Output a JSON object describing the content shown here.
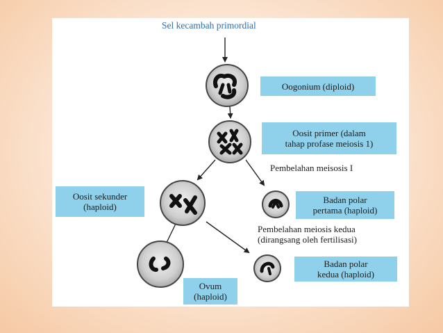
{
  "colors": {
    "background": "#fbe3cf",
    "panel": "#ffffff",
    "label_box": "#8fd0ea",
    "title_text": "#2a6fb4",
    "text": "#1c1c1c",
    "cell_fill": "#d2d2d2",
    "chromosome": "#111111"
  },
  "diagram": {
    "title": "Sel kecambah primordial",
    "oogonium": {
      "line1": "Oogonium (diploid)"
    },
    "oosit_primer": {
      "line1": "Oosit primer (dalam",
      "line2": "tahap profase meiosis 1)"
    },
    "division1": "Pembelahan meisosis I",
    "oosit_sekunder": {
      "line1": "Oosit sekunder",
      "line2": "(haploid)"
    },
    "badan_polar_pertama": {
      "line1": "Badan polar",
      "line2": "pertama (haploid)"
    },
    "division2": {
      "line1": "Pembelahan meiosis kedua",
      "line2": "(dirangsang oleh fertilisasi)"
    },
    "badan_polar_kedua": {
      "line1": "Badan polar",
      "line2": "kedua (haploid)"
    },
    "ovum": {
      "line1": "Ovum",
      "line2": "(haploid)"
    }
  }
}
